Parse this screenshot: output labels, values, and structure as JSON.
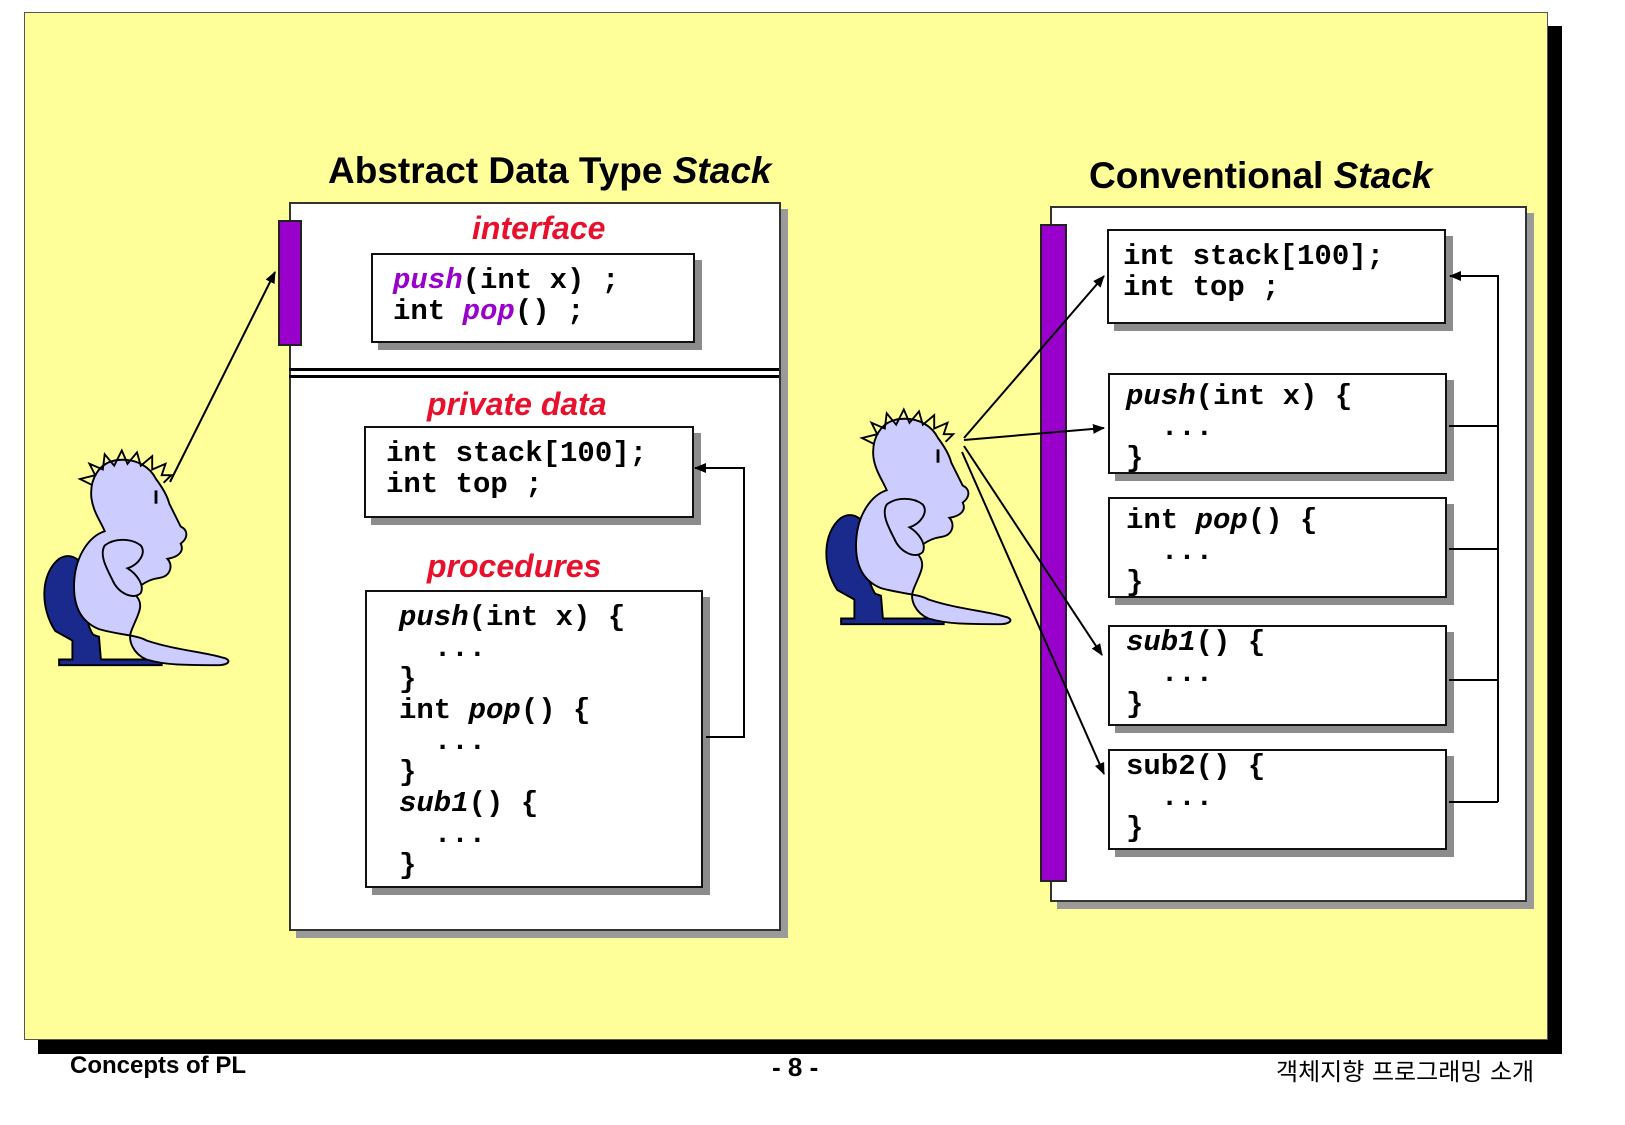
{
  "adt": {
    "title_prefix": "Abstract Data Type ",
    "title_italic": "Stack",
    "interface_label": "interface",
    "interface_code": {
      "line1_fn": "push",
      "line1_rest": "(int x) ;",
      "line2_type": "int ",
      "line2_fn": "pop",
      "line2_rest": "() ;"
    },
    "private_label": "private data",
    "private_code": {
      "line1": "int stack[100];",
      "line2": "int top ;"
    },
    "procedures_label": "procedures",
    "procedures_code": {
      "push_fn": "push",
      "push_rest": "(int x) {",
      "dots": "...",
      "close": "}",
      "pop_type": "int ",
      "pop_fn": "pop",
      "pop_rest": "() {",
      "sub1_fn": "sub1",
      "sub1_rest": "() {"
    }
  },
  "conventional": {
    "title_prefix": "Conventional ",
    "title_italic": "Stack",
    "data_code": {
      "line1": "int stack[100];",
      "line2": "int top ;"
    },
    "push": {
      "fn": "push",
      "rest": "(int x) {",
      "dots": "...",
      "close": "}"
    },
    "pop": {
      "type": "int ",
      "fn": "pop",
      "rest": "() {",
      "dots": "...",
      "close": "}"
    },
    "sub1": {
      "fn": "sub1",
      "rest": "() {",
      "dots": "...",
      "close": "}"
    },
    "sub2": {
      "fn": "sub2",
      "rest": "() {",
      "dots": "...",
      "close": "}"
    }
  },
  "footer": {
    "left": "Concepts of PL",
    "center": "- 8 -",
    "right": "객체지향 프로그래밍 소개"
  },
  "colors": {
    "background": "#ffff99",
    "accent_purple": "#9900cc",
    "label_red": "#e8102c",
    "person_fill": "#ccccff",
    "chair_blue": "#1a2a8c"
  },
  "icons": [
    "thinking-person-icon"
  ]
}
